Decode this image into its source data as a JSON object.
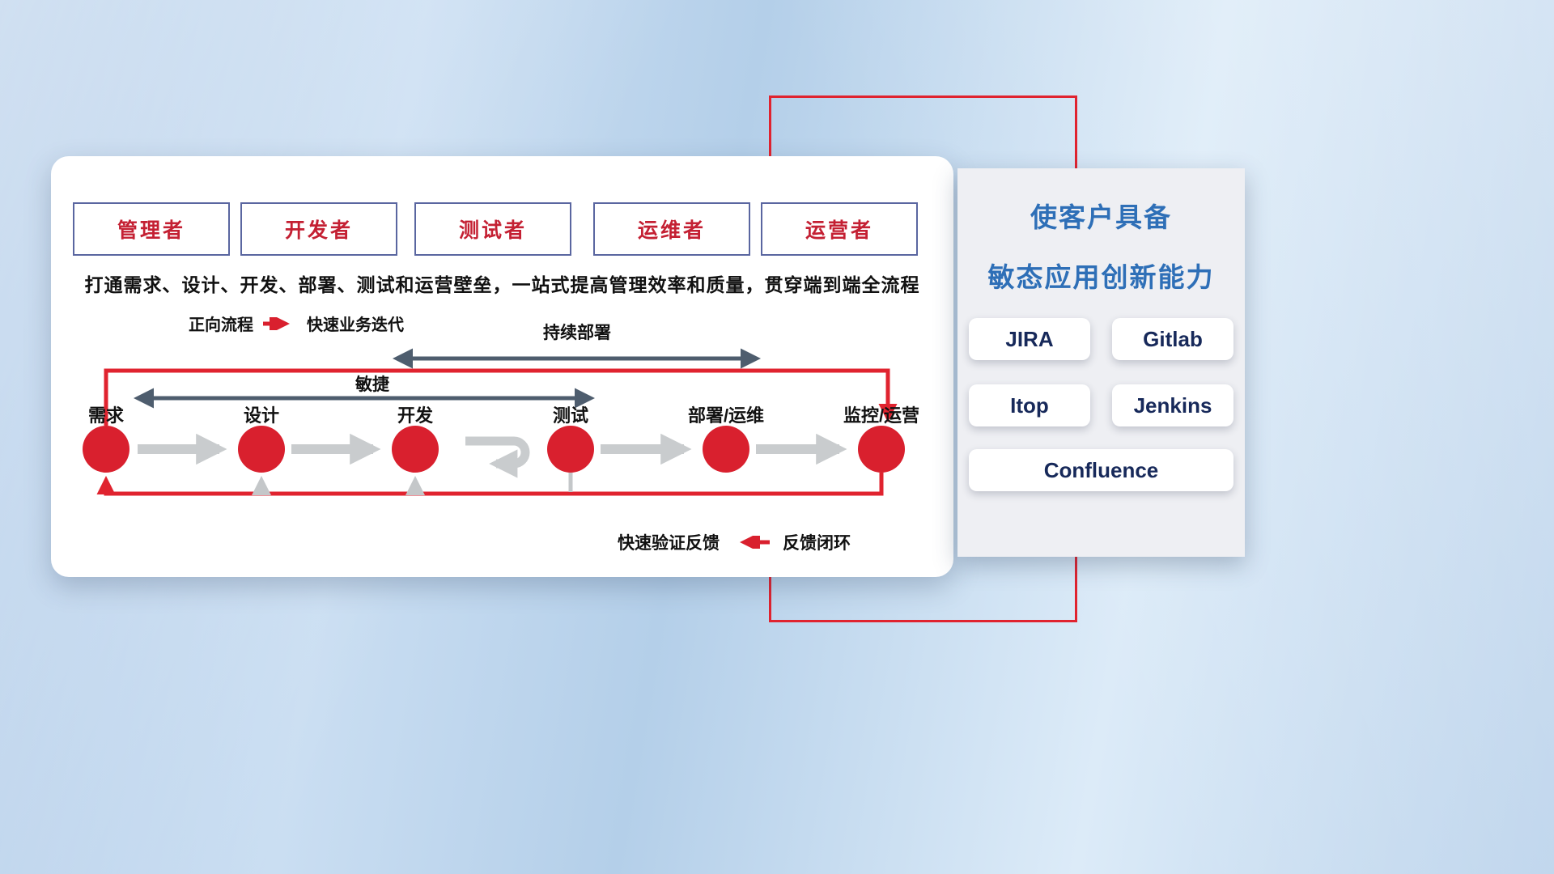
{
  "roles": [
    "管理者",
    "开发者",
    "测试者",
    "运维者",
    "运营者"
  ],
  "description": "打通需求、设计、开发、部署、测试和运营壁垒，一站式提高管理效率和质量，贯穿端到端全流程",
  "legend": {
    "forward": {
      "label": "正向流程",
      "value": "快速业务迭代"
    },
    "feedback": {
      "label": "快速验证反馈",
      "value": "反馈闭环"
    }
  },
  "flow": {
    "stages": [
      "需求",
      "设计",
      "开发",
      "测试",
      "部署/运维",
      "监控/运营"
    ],
    "agile_label": "敏捷",
    "cd_label": "持续部署"
  },
  "panel": {
    "title_line1": "使客户具备",
    "title_line2": "敏态应用创新能力",
    "tools": [
      "JIRA",
      "Gitlab",
      "Itop",
      "Jenkins",
      "Confluence"
    ]
  },
  "colors": {
    "accent_red": "#d9202e",
    "loop_red": "#e0232f",
    "dark_arrow": "#4e5d6e",
    "gray_arrow": "#c9ccce",
    "title_blue": "#2e6fb7",
    "tool_text_navy": "#17295a",
    "role_text_red": "#c42033",
    "role_border": "#5a66a0"
  }
}
